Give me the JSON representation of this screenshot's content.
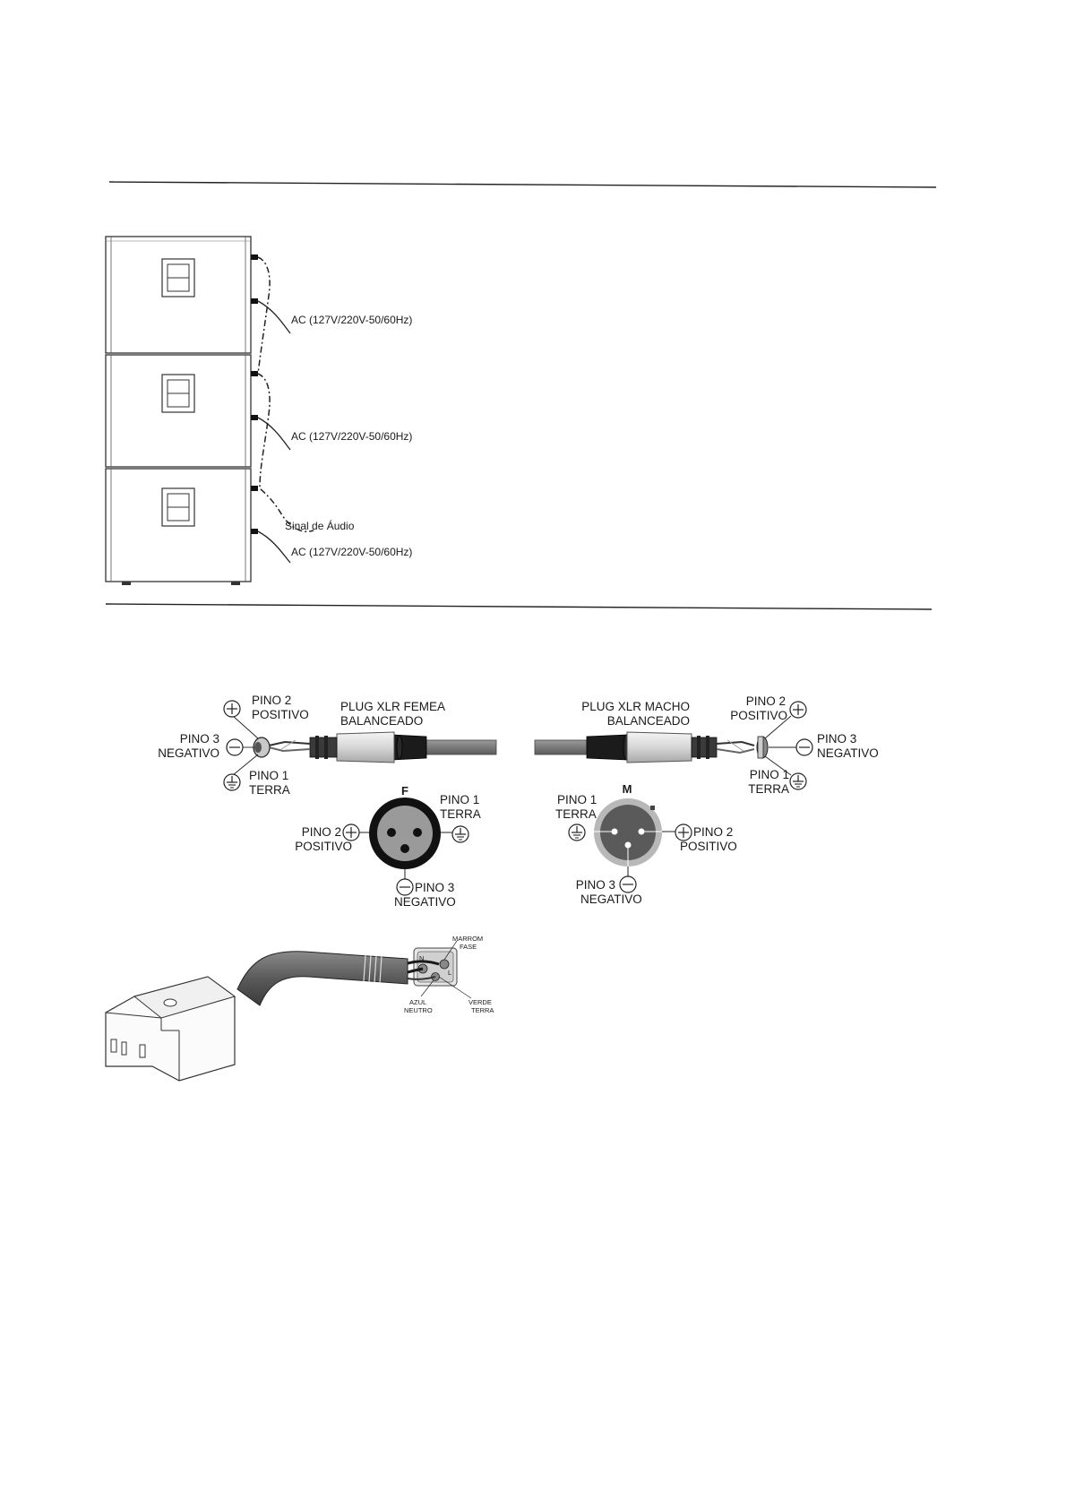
{
  "speaker_stack": {
    "ac_label": "AC (127V/220V-50/60Hz)",
    "audio_signal_label": "Sinal de Áudio"
  },
  "xlr": {
    "female_plug": {
      "line1": "PLUG XLR FEMEA",
      "line2": "BALANCEADO"
    },
    "male_plug": {
      "line1": "PLUG XLR MACHO",
      "line2": "BALANCEADO"
    },
    "female_letter": "F",
    "male_letter": "M",
    "pin2": {
      "name": "PINO 2",
      "role": "POSITIVO"
    },
    "pin3": {
      "name": "PINO 3",
      "role": "NEGATIVO"
    },
    "pin1": {
      "name": "PINO 1",
      "role": "TERRA"
    }
  },
  "power_cable": {
    "brown": {
      "color": "MARROM",
      "role": "FASE"
    },
    "blue": {
      "color": "AZUL",
      "role": "NEUTRO"
    },
    "green": {
      "color": "VERDE",
      "role": "TERRA"
    },
    "terminal_n": "N",
    "terminal_l": "L"
  }
}
